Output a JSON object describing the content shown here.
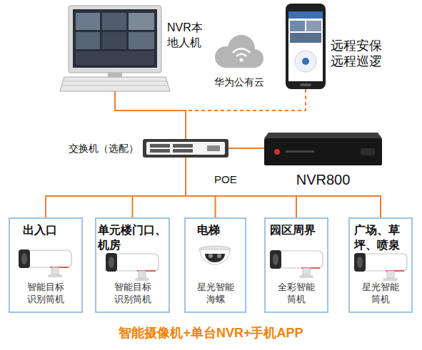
{
  "diagram": {
    "caption": "智能摄像机+单台NVR+手机APP",
    "nodes": [
      {
        "text": [
          "NVR本 地人机"
        ]
      },
      {
        "text": [
          "华为公有云"
        ]
      },
      {
        "text": [
          "远程安保 远程巡逻"
        ]
      },
      {
        "text": [
          "交换机（选配）"
        ]
      },
      {
        "text": [
          "NVR800"
        ]
      },
      {
        "text": [
          "出入口",
          "智能目标 识别筒机"
        ]
      },
      {
        "text": [
          "单元楼门口、 机房",
          "智能目标 识别筒机"
        ]
      },
      {
        "text": [
          "电梯",
          "星光智能 海螺"
        ]
      },
      {
        "text": [
          "园区周界",
          "全彩智能 筒机"
        ]
      },
      {
        "text": [
          "广场、草 坪、喷泉",
          "星光智能 筒机"
        ]
      }
    ],
    "edges": [
      {
        "from": 0,
        "to": 3,
        "arrow": "none"
      },
      {
        "from": 2,
        "to": 3,
        "arrow": "none"
      },
      {
        "from": 3,
        "to": 4,
        "arrow": "none"
      },
      {
        "from": 3,
        "to": 5,
        "arrow": "none"
      },
      {
        "from": 3,
        "to": 6,
        "arrow": "none"
      },
      {
        "from": 3,
        "to": 7,
        "arrow": "none"
      },
      {
        "from": 3,
        "to": 8,
        "arrow": "none"
      },
      {
        "from": 3,
        "to": 9,
        "arrow": "none"
      }
    ],
    "labels": [
      "POE"
    ]
  }
}
